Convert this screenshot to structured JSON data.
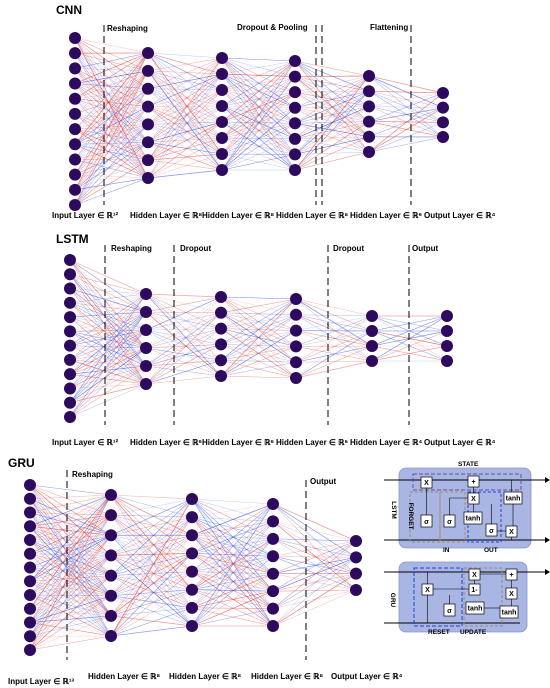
{
  "colors": {
    "node": "#2d0a5e",
    "red_edge": "#e0302a",
    "blue_edge": "#2040e0",
    "inset_bg": "#a9b6e4"
  },
  "cnn": {
    "title": "CNN",
    "stages": [
      "Reshaping",
      "Dropout & Pooling",
      "Flattening"
    ],
    "layers": [
      "Input Layer ∈ ℝ¹²",
      "Hidden Layer ∈ ℝ⁸",
      "Hidden Layer ∈ ℝ⁸",
      "Hidden Layer ∈ ℝ⁸",
      "Hidden Layer ∈ ℝ⁶",
      "Output Layer ∈ ℝ⁴"
    ],
    "node_counts": [
      12,
      8,
      8,
      8,
      6,
      4
    ]
  },
  "lstm": {
    "title": "LSTM",
    "stages": [
      "Reshaping",
      "Dropout",
      "Dropout",
      "Output"
    ],
    "layers": [
      "Input Layer ∈ ℝ¹²",
      "Hidden Layer ∈ ℝ⁶",
      "Hidden Layer ∈ ℝ⁶",
      "Hidden Layer ∈ ℝ⁶",
      "Hidden Layer ∈ ℝ⁴",
      "Output Layer ∈ ℝ⁴"
    ],
    "node_counts": [
      12,
      6,
      6,
      6,
      4,
      4
    ]
  },
  "gru": {
    "title": "GRU",
    "stages": [
      "Reshaping",
      "Output"
    ],
    "layers": [
      "Input Layer ∈ ℝ¹³",
      "Hidden Layer ∈ ℝ⁸",
      "Hidden Layer ∈ ℝ⁸",
      "Hidden Layer ∈ ℝ⁸",
      "Output Layer ∈ ℝ⁴"
    ],
    "node_counts": [
      13,
      8,
      8,
      8,
      4
    ]
  },
  "lstm_cell": {
    "side_label": "LSTM",
    "state": "STATE",
    "forget": "FORGET",
    "in": "IN",
    "out": "OUT",
    "ops": [
      "X",
      "+",
      "X",
      "σ",
      "σ",
      "tanh",
      "tanh",
      "σ",
      "X"
    ]
  },
  "gru_cell": {
    "side_label": "GRU",
    "reset": "RESET",
    "update": "UPDATE",
    "ops": [
      "X",
      "X",
      "1-",
      "+",
      "σ",
      "tanh",
      "X",
      "tanh"
    ]
  }
}
